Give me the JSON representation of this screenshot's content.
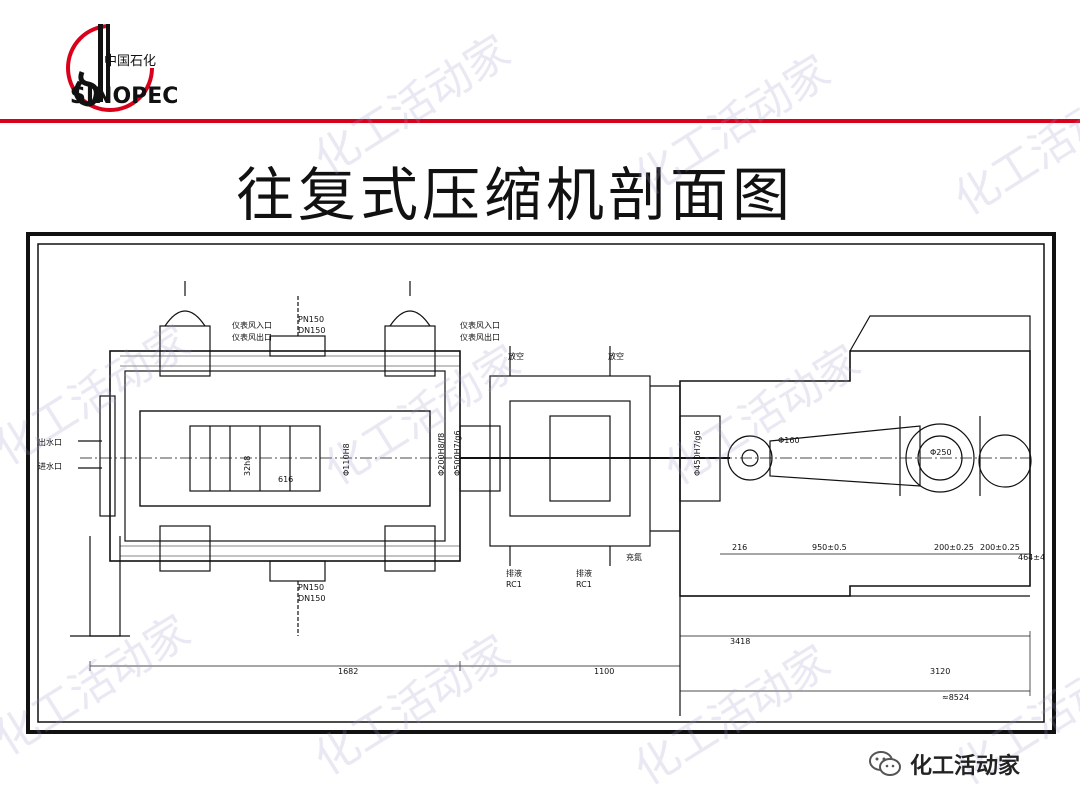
{
  "slide": {
    "title": "往复式压缩机剖面图"
  },
  "logo": {
    "name": "Sinopec",
    "text": "SINOPEC",
    "cn_text": "中国石化"
  },
  "watermark": {
    "text": "化工活动家"
  },
  "footer": {
    "icon": "wechat-icon",
    "account": "化工活动家"
  },
  "colors": {
    "brand_red": "#d9001b",
    "line": "#111111"
  },
  "drawing": {
    "labels": {
      "inst_air_in_1": "仪表风入口",
      "inst_air_out_1": "仪表风出口",
      "inst_air_in_2": "仪表风入口",
      "inst_air_out_2": "仪表风出口",
      "pn_top": "PN150",
      "dn_top": "DN150",
      "pn_bottom": "PN150",
      "dn_bottom": "DN150",
      "water_out": "出水口",
      "water_in": "进水口",
      "vent_1": "放空",
      "vent_2": "放空",
      "drain_1": "排液",
      "rc_1": "RC1",
      "drain_2": "排液",
      "rc_2": "RC1",
      "nitrogen": "充氮",
      "d_cyl": "Φ110H8",
      "d_32": "32h8",
      "d_616": "616",
      "d_200h8": "Φ200H8/f8",
      "d_500h7": "Φ500H7/g6",
      "d_160": "Φ160",
      "d_450h7": "Φ450H7/g6",
      "d_250": "Φ250",
      "dim_216": "216",
      "dim_950": "950±0.5",
      "dim_200a": "200±0.25",
      "dim_200b": "200±0.25",
      "dim_464": "464±4",
      "dim_1682": "1682",
      "dim_1100": "1100",
      "dim_3418": "3418",
      "dim_3120": "3120",
      "dim_total": "≈8524"
    }
  }
}
